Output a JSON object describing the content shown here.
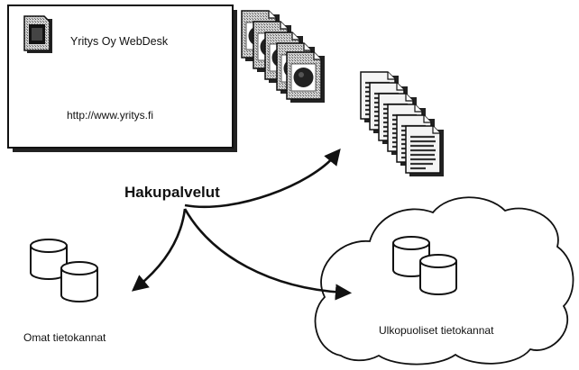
{
  "card": {
    "company_name": "Yritys Oy WebDesk",
    "url": "http://www.yritys.fi",
    "icon": "document-page-icon"
  },
  "hub": {
    "label": "Hakupalvelut"
  },
  "own_databases": {
    "label": "Omat tietokannat",
    "icon": "database-cylinder-icon"
  },
  "external_databases": {
    "label": "Ulkopuoliset tietokannat",
    "icon": "cloud-icon"
  },
  "document_stacks": {
    "icons": [
      "stacked-web-pages-icon",
      "stacked-text-documents-icon"
    ]
  },
  "colors": {
    "ink": "#111111",
    "shadow": "#222222",
    "paper": "#ffffff"
  }
}
